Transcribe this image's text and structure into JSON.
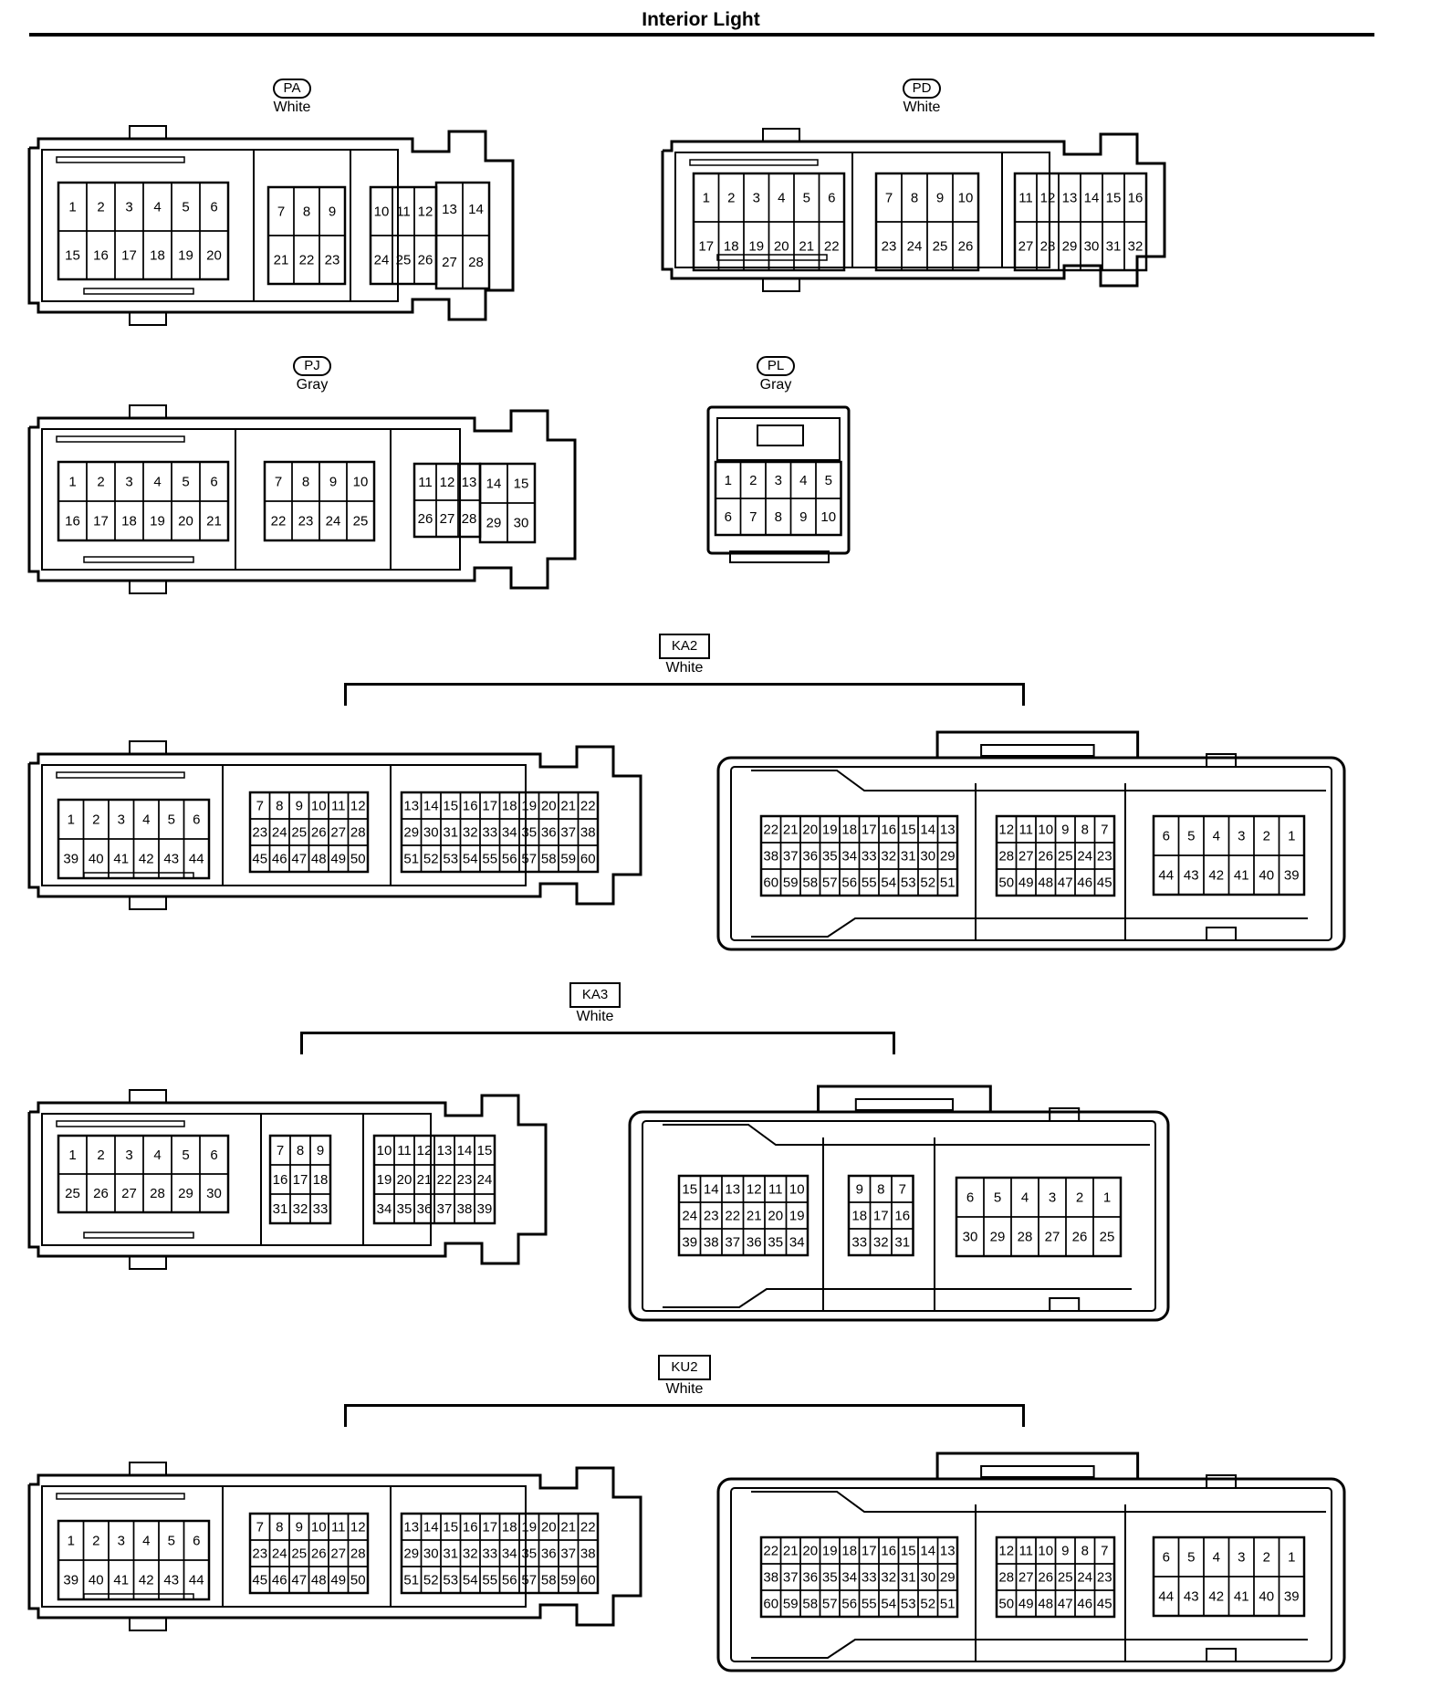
{
  "title": "Interior Light",
  "connectors": {
    "pa": {
      "code": "PA",
      "color": "White"
    },
    "pd": {
      "code": "PD",
      "color": "White"
    },
    "pj": {
      "code": "PJ",
      "color": "Gray"
    },
    "pl": {
      "code": "PL",
      "color": "Gray"
    },
    "ka2": {
      "code": "KA2",
      "color": "White"
    },
    "ka3": {
      "code": "KA3",
      "color": "White"
    },
    "ku2": {
      "code": "KU2",
      "color": "White"
    }
  },
  "pins": {
    "pa": [
      [
        [
          "1",
          "2",
          "3",
          "4",
          "5",
          "6"
        ],
        [
          "15",
          "16",
          "17",
          "18",
          "19",
          "20"
        ]
      ],
      [
        [
          "7",
          "8",
          "9"
        ],
        [
          "21",
          "22",
          "23"
        ]
      ],
      [
        [
          "10",
          "11",
          "12"
        ],
        [
          "24",
          "25",
          "26"
        ]
      ],
      [
        [
          "13",
          "14"
        ],
        [
          "27",
          "28"
        ]
      ]
    ],
    "pd": [
      [
        [
          "1",
          "2",
          "3",
          "4",
          "5",
          "6"
        ],
        [
          "17",
          "18",
          "19",
          "20",
          "21",
          "22"
        ]
      ],
      [
        [
          "7",
          "8",
          "9",
          "10"
        ],
        [
          "23",
          "24",
          "25",
          "26"
        ]
      ],
      [
        [
          "11",
          "12",
          "13",
          "14",
          "15",
          "16"
        ],
        [
          "27",
          "28",
          "29",
          "30",
          "31",
          "32"
        ]
      ]
    ],
    "pj": [
      [
        [
          "1",
          "2",
          "3",
          "4",
          "5",
          "6"
        ],
        [
          "16",
          "17",
          "18",
          "19",
          "20",
          "21"
        ]
      ],
      [
        [
          "7",
          "8",
          "9",
          "10"
        ],
        [
          "22",
          "23",
          "24",
          "25"
        ]
      ],
      [
        [
          "11",
          "12",
          "13"
        ],
        [
          "26",
          "27",
          "28"
        ]
      ],
      [
        [
          "14",
          "15"
        ],
        [
          "29",
          "30"
        ]
      ]
    ],
    "pl": [
      [
        [
          "1",
          "2",
          "3",
          "4",
          "5"
        ],
        [
          "6",
          "7",
          "8",
          "9",
          "10"
        ]
      ]
    ],
    "ka2_male": [
      [
        [
          "1",
          "2",
          "3",
          "4",
          "5",
          "6"
        ],
        [
          "39",
          "40",
          "41",
          "42",
          "43",
          "44"
        ]
      ],
      [
        [
          "7",
          "8",
          "9",
          "10",
          "11",
          "12"
        ],
        [
          "23",
          "24",
          "25",
          "26",
          "27",
          "28"
        ],
        [
          "45",
          "46",
          "47",
          "48",
          "49",
          "50"
        ]
      ],
      [
        [
          "13",
          "14",
          "15",
          "16",
          "17",
          "18",
          "19",
          "20",
          "21",
          "22"
        ],
        [
          "29",
          "30",
          "31",
          "32",
          "33",
          "34",
          "35",
          "36",
          "37",
          "38"
        ],
        [
          "51",
          "52",
          "53",
          "54",
          "55",
          "56",
          "57",
          "58",
          "59",
          "60"
        ]
      ]
    ],
    "ka2_female": [
      [
        [
          "22",
          "21",
          "20",
          "19",
          "18",
          "17",
          "16",
          "15",
          "14",
          "13"
        ],
        [
          "38",
          "37",
          "36",
          "35",
          "34",
          "33",
          "32",
          "31",
          "30",
          "29"
        ],
        [
          "60",
          "59",
          "58",
          "57",
          "56",
          "55",
          "54",
          "53",
          "52",
          "51"
        ]
      ],
      [
        [
          "12",
          "11",
          "10",
          "9",
          "8",
          "7"
        ],
        [
          "28",
          "27",
          "26",
          "25",
          "24",
          "23"
        ],
        [
          "50",
          "49",
          "48",
          "47",
          "46",
          "45"
        ]
      ],
      [
        [
          "6",
          "5",
          "4",
          "3",
          "2",
          "1"
        ],
        [
          "44",
          "43",
          "42",
          "41",
          "40",
          "39"
        ]
      ]
    ],
    "ka3_male": [
      [
        [
          "1",
          "2",
          "3",
          "4",
          "5",
          "6"
        ],
        [
          "25",
          "26",
          "27",
          "28",
          "29",
          "30"
        ]
      ],
      [
        [
          "7",
          "8",
          "9"
        ],
        [
          "16",
          "17",
          "18"
        ],
        [
          "31",
          "32",
          "33"
        ]
      ],
      [
        [
          "10",
          "11",
          "12",
          "13",
          "14",
          "15"
        ],
        [
          "19",
          "20",
          "21",
          "22",
          "23",
          "24"
        ],
        [
          "34",
          "35",
          "36",
          "37",
          "38",
          "39"
        ]
      ]
    ],
    "ka3_female": [
      [
        [
          "15",
          "14",
          "13",
          "12",
          "11",
          "10"
        ],
        [
          "24",
          "23",
          "22",
          "21",
          "20",
          "19"
        ],
        [
          "39",
          "38",
          "37",
          "36",
          "35",
          "34"
        ]
      ],
      [
        [
          "9",
          "8",
          "7"
        ],
        [
          "18",
          "17",
          "16"
        ],
        [
          "33",
          "32",
          "31"
        ]
      ],
      [
        [
          "6",
          "5",
          "4",
          "3",
          "2",
          "1"
        ],
        [
          "30",
          "29",
          "28",
          "27",
          "26",
          "25"
        ]
      ]
    ]
  }
}
